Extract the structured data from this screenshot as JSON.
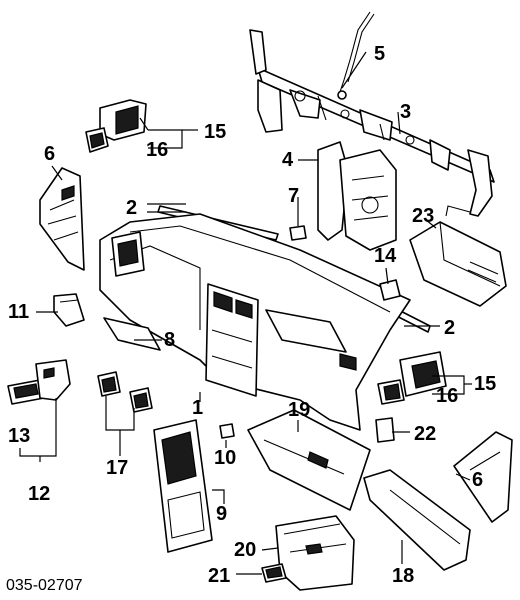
{
  "diagram_code": "035-02707",
  "callouts": [
    {
      "id": "c1",
      "text": "1"
    },
    {
      "id": "c2a",
      "text": "2"
    },
    {
      "id": "c2b",
      "text": "2"
    },
    {
      "id": "c3",
      "text": "3"
    },
    {
      "id": "c4",
      "text": "4"
    },
    {
      "id": "c5",
      "text": "5"
    },
    {
      "id": "c6a",
      "text": "6"
    },
    {
      "id": "c6b",
      "text": "6"
    },
    {
      "id": "c7",
      "text": "7"
    },
    {
      "id": "c8",
      "text": "8"
    },
    {
      "id": "c9",
      "text": "9"
    },
    {
      "id": "c10",
      "text": "10"
    },
    {
      "id": "c11",
      "text": "11"
    },
    {
      "id": "c12",
      "text": "12"
    },
    {
      "id": "c13",
      "text": "13"
    },
    {
      "id": "c14",
      "text": "14"
    },
    {
      "id": "c15a",
      "text": "15"
    },
    {
      "id": "c15b",
      "text": "15"
    },
    {
      "id": "c16a",
      "text": "16"
    },
    {
      "id": "c16b",
      "text": "16"
    },
    {
      "id": "c17",
      "text": "17"
    },
    {
      "id": "c18",
      "text": "18"
    },
    {
      "id": "c19",
      "text": "19"
    },
    {
      "id": "c20",
      "text": "20"
    },
    {
      "id": "c21",
      "text": "21"
    },
    {
      "id": "c22",
      "text": "22"
    },
    {
      "id": "c23",
      "text": "23"
    }
  ]
}
